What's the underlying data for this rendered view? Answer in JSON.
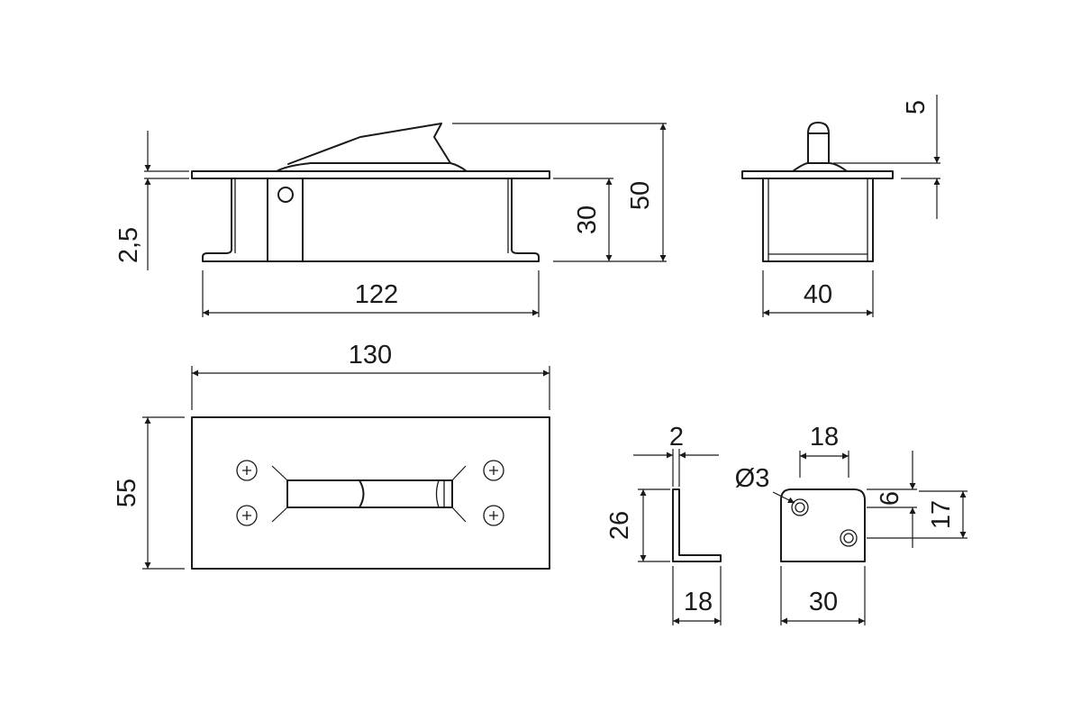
{
  "drawing": {
    "dimensions": {
      "plate_thickness": "2,5",
      "base_length": "122",
      "body_height": "30",
      "total_height": "50",
      "side_width": "40",
      "bolt_height": "5",
      "plate_length": "130",
      "plate_width": "55",
      "bracket_thickness": "2",
      "bracket_height": "26",
      "bracket_leg": "18",
      "hole_spacing": "18",
      "hole_diameter": "Ø3",
      "hole_offset": "6",
      "hole_offset_2": "17",
      "bracket_width": "30"
    }
  }
}
